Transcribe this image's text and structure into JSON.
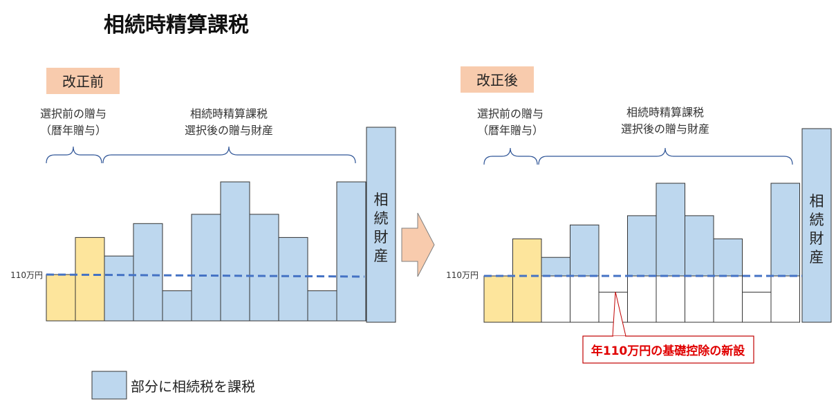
{
  "title": "相続時精算課税",
  "colors": {
    "annual_gift": "#fde59c",
    "taxed": "#bdd7ee",
    "bar_border": "#333333",
    "dashed_line": "#4472c4",
    "tab_bg": "#f8cbad",
    "arrow": "#f8cbad",
    "callout_border": "#c00000",
    "callout_text": "#e00000",
    "brace": "#2f5597"
  },
  "threshold_label": "110万円",
  "before": {
    "tag": "改正前",
    "brace_left": [
      "選択前の贈与",
      "（暦年贈与）"
    ],
    "brace_right": [
      "相続時精算課税",
      "選択後の贈与財産"
    ],
    "inheritance_label": [
      "相",
      "続",
      "財",
      "産"
    ],
    "bars": [
      {
        "type": "annual",
        "level": 1.0
      },
      {
        "type": "annual",
        "level": 1.8
      },
      {
        "type": "taxed",
        "level": 1.4
      },
      {
        "type": "taxed",
        "level": 2.1
      },
      {
        "type": "taxed",
        "level": 0.65
      },
      {
        "type": "taxed",
        "level": 2.3
      },
      {
        "type": "taxed",
        "level": 3.0
      },
      {
        "type": "taxed",
        "level": 2.3
      },
      {
        "type": "taxed",
        "level": 1.8
      },
      {
        "type": "taxed",
        "level": 0.65
      },
      {
        "type": "taxed",
        "level": 3.0
      }
    ]
  },
  "after": {
    "tag": "改正後",
    "brace_left": [
      "選択前の贈与",
      "（暦年贈与）"
    ],
    "brace_right": [
      "相続時精算課税",
      "選択後の贈与財産"
    ],
    "inheritance_label": [
      "相",
      "続",
      "財",
      "産"
    ],
    "bars": [
      {
        "type": "annual",
        "level": 1.0
      },
      {
        "type": "annual",
        "level": 1.8
      },
      {
        "type": "split",
        "level": 1.4
      },
      {
        "type": "split",
        "level": 2.1
      },
      {
        "type": "split",
        "level": 0.65
      },
      {
        "type": "split",
        "level": 2.3
      },
      {
        "type": "split",
        "level": 3.0
      },
      {
        "type": "split",
        "level": 2.3
      },
      {
        "type": "split",
        "level": 1.8
      },
      {
        "type": "split",
        "level": 0.65
      },
      {
        "type": "split",
        "level": 3.0
      }
    ],
    "callout": "年110万円の基礎控除の新設"
  },
  "legend": {
    "label": "部分に相続税を課税"
  }
}
